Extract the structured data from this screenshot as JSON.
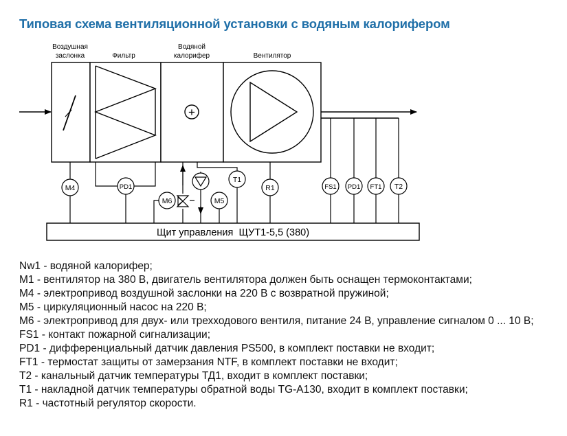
{
  "title": "Типовая схема вентиляционной установки с водяным калорифером",
  "diagram": {
    "sections": [
      {
        "line1": "Воздушная",
        "line2": "заслонка"
      },
      {
        "line1": "Фильтр",
        "line2": ""
      },
      {
        "line1": "Водяной",
        "line2": "калорифер"
      },
      {
        "line1": "Вентилятор",
        "line2": ""
      }
    ],
    "control_panel_label": "Щит управления  ЩУТ1-5,5 (380)",
    "heater_symbol": "+",
    "sensors": {
      "m4": "M4",
      "pd1_filter": "PD1",
      "m6": "M6",
      "m5": "M5",
      "t1": "T1",
      "r1": "R1",
      "fs1": "FS1",
      "pd1_duct": "PD1",
      "ft1": "FT1",
      "t2": "T2"
    }
  },
  "legend": [
    "Nw1 - водяной калорифер;",
    "M1 - вентилятор на 380 В, двигатель вентилятора должен быть оснащен термоконтактами;",
    "M4 - электропривод воздушной заслонки на 220 В с возвратной пружиной;",
    "M5 - циркуляционный насос на 220 В;",
    "M6 - электропривод для двух- или трехходового вентиля, питание 24 В, управление сигналом 0 ... 10 В;",
    "FS1 - контакт пожарной сигнализации;",
    "PD1 - дифференциальный датчик давления PS500, в комплект поставки не входит;",
    "FT1 - термостат защиты от замерзания NTF, в комплект поставки не входит;",
    "T2 - канальный датчик температуры ТД1, входит в комплект поставки;",
    "T1 - накладной датчик температуры обратной воды TG-A130, входит в комплект поставки;",
    "R1 - частотный регулятор скорости."
  ]
}
